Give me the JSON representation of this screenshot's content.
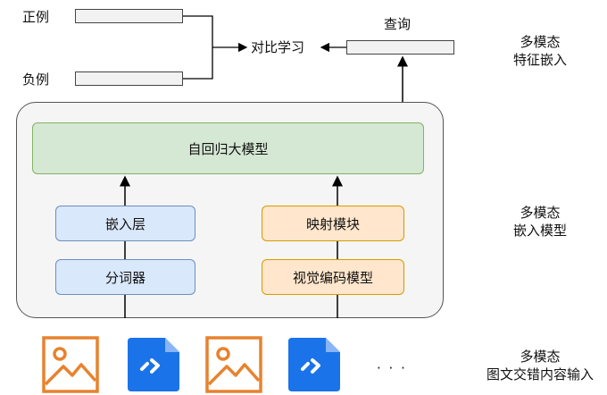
{
  "top": {
    "positive_label": "正例",
    "negative_label": "负例",
    "contrastive_label": "对比学习",
    "query_label": "查询"
  },
  "model": {
    "llm_label": "自回归大模型",
    "embedding_layer_label": "嵌入层",
    "tokenizer_label": "分词器",
    "projection_label": "映射模块",
    "vision_encoder_label": "视觉编码模型"
  },
  "right_labels": {
    "section1_line1": "多模态",
    "section1_line2": "特征嵌入",
    "section2_line1": "多模态",
    "section2_line2": "嵌入模型",
    "section3_line1": "多模态",
    "section3_line2": "图文交错内容输入"
  },
  "inputs": {
    "items": [
      "image-icon",
      "text-file-icon",
      "image-icon",
      "text-file-icon"
    ],
    "ellipsis": "· · ·"
  },
  "colors": {
    "llm_fill": "#d5e8d4",
    "blue_fill": "#dae8fc",
    "orange_fill": "#ffe6cc",
    "image_icon": "#e8822e",
    "file_icon": "#1a73e8"
  }
}
